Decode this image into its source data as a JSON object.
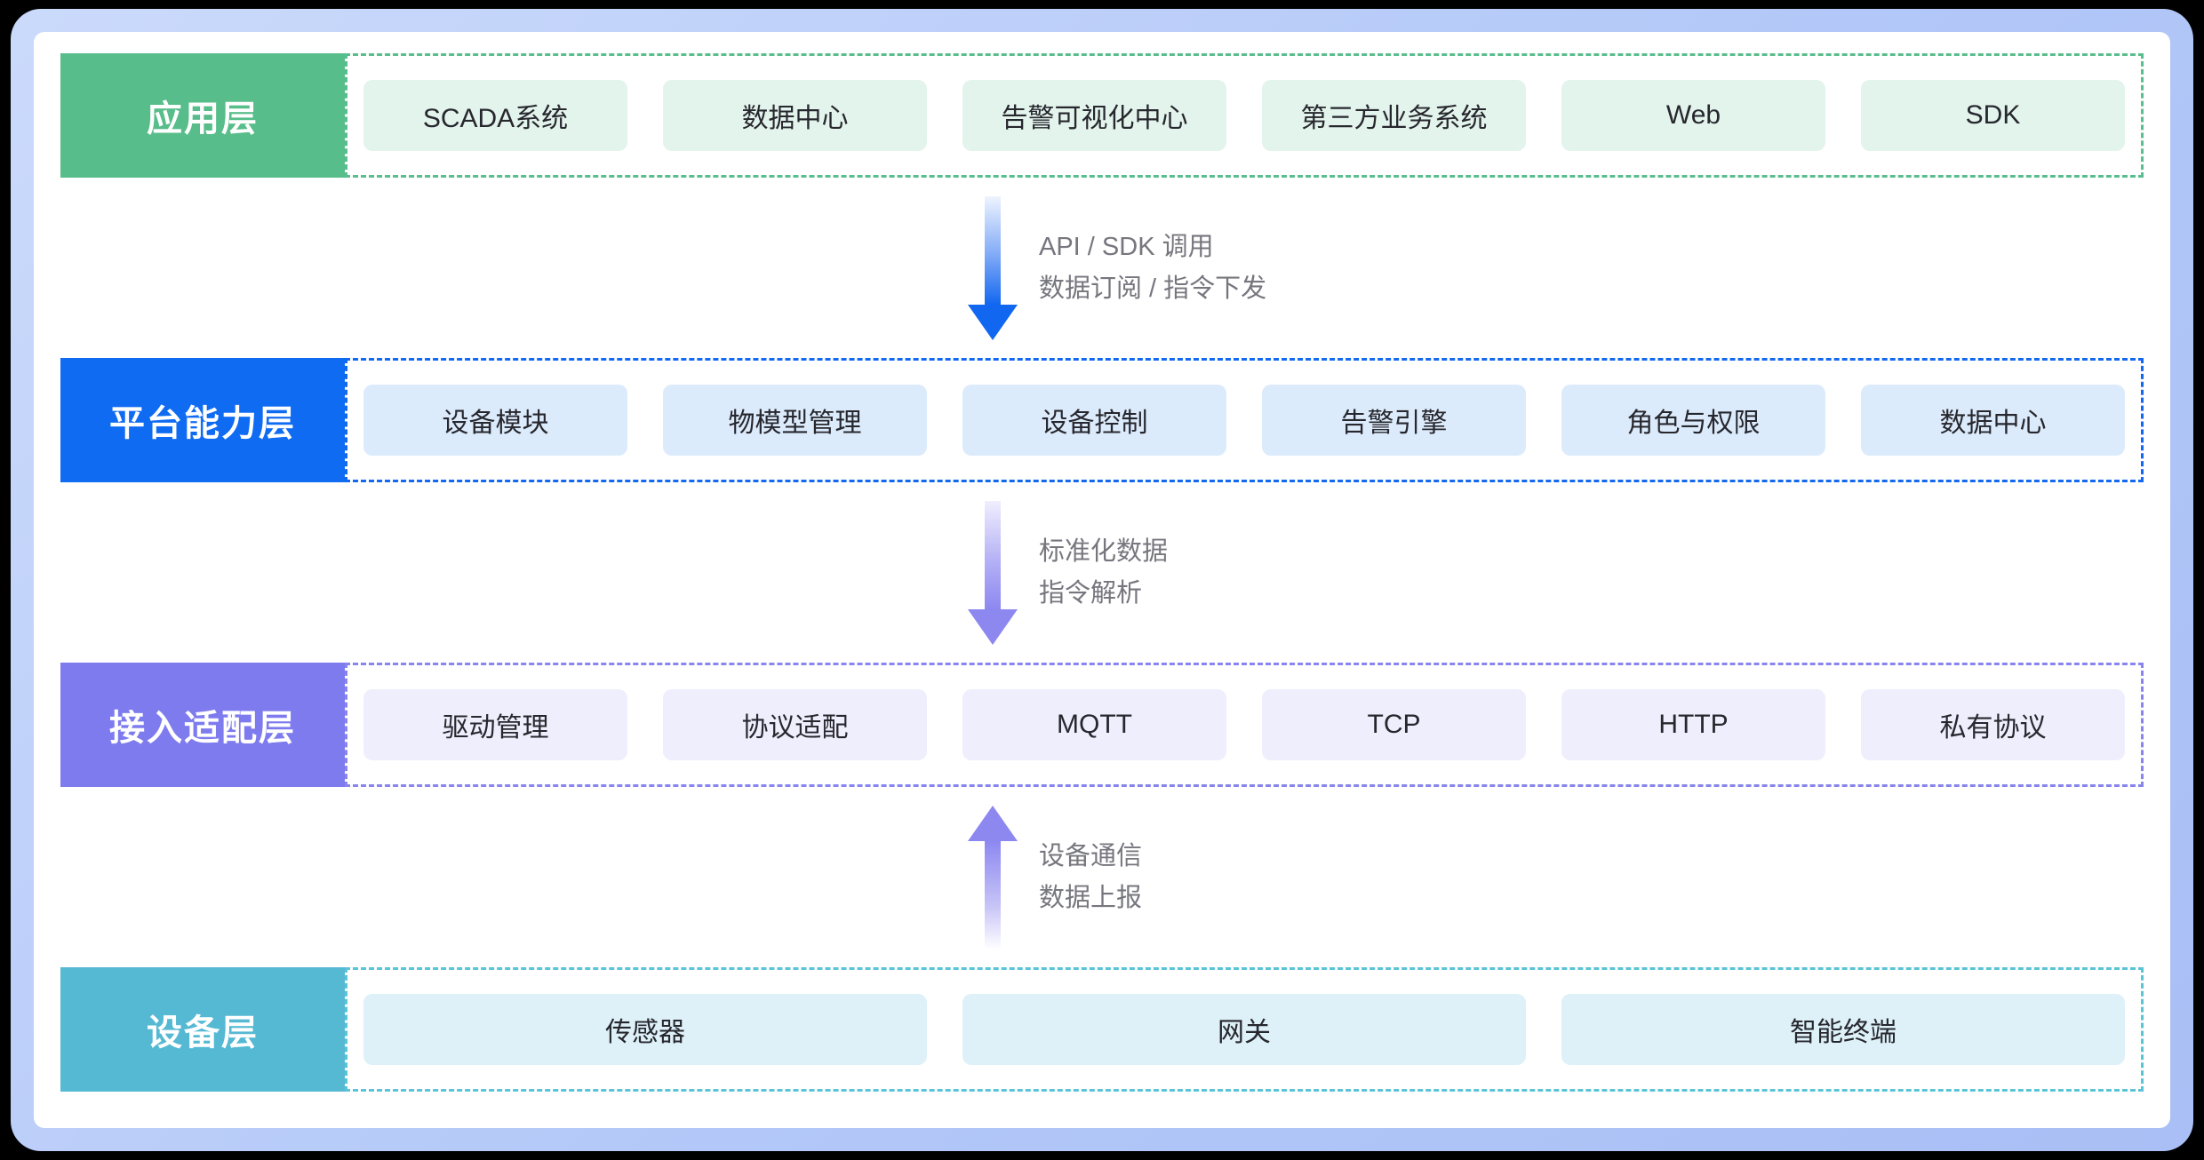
{
  "theme": {
    "background": "#000000",
    "frame_border": "#b3c8f8",
    "panel_background": "#ffffff",
    "connector_text_color": "#76767e",
    "item_text_color": "#27272e",
    "layer_colors": {
      "application": {
        "label_bg": "#57bd8a",
        "item_bg": "#e3f4ec",
        "dash": "#5abd8d"
      },
      "platform": {
        "label_bg": "#0f6bf2",
        "item_bg": "#dcebfb",
        "dash": "#1268f0"
      },
      "access": {
        "label_bg": "#7e7bee",
        "item_bg": "#efeefc",
        "dash": "#8985ee"
      },
      "device": {
        "label_bg": "#55b9d3",
        "item_bg": "#def1f8",
        "dash": "#5ac3d6"
      }
    },
    "arrow_colors": {
      "down_blue": "#1267f0",
      "purple": "#8d88f0"
    }
  },
  "layers": [
    {
      "id": "application",
      "label": "应用层",
      "items": [
        "SCADA系统",
        "数据中心",
        "告警可视化中心",
        "第三方业务系统",
        "Web",
        "SDK"
      ]
    },
    {
      "id": "platform",
      "label": "平台能力层",
      "items": [
        "设备模块",
        "物模型管理",
        "设备控制",
        "告警引擎",
        "角色与权限",
        "数据中心"
      ]
    },
    {
      "id": "access",
      "label": "接入适配层",
      "items": [
        "驱动管理",
        "协议适配",
        "MQTT",
        "TCP",
        "HTTP",
        "私有协议"
      ]
    },
    {
      "id": "device",
      "label": "设备层",
      "items": [
        "传感器",
        "网关",
        "智能终端"
      ]
    }
  ],
  "connectors": [
    {
      "direction": "down",
      "lines": [
        "API / SDK 调用",
        "数据订阅 / 指令下发"
      ]
    },
    {
      "direction": "down",
      "lines": [
        "标准化数据",
        "指令解析"
      ]
    },
    {
      "direction": "up",
      "lines": [
        "设备通信",
        "数据上报"
      ]
    }
  ]
}
